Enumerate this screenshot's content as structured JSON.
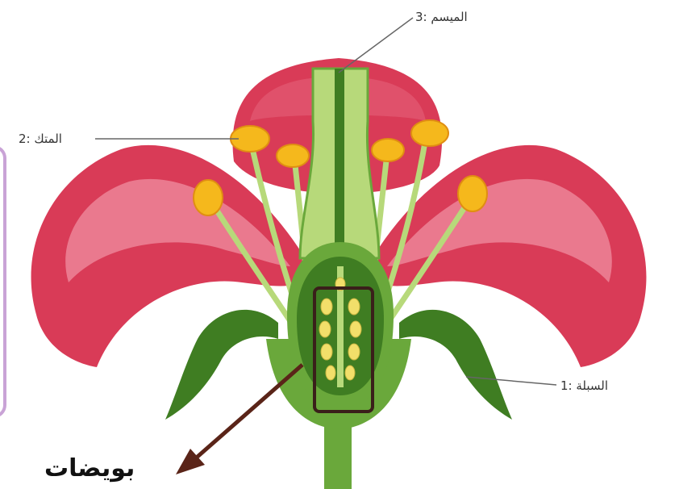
{
  "labels": {
    "style": "3: الميسم",
    "anther": "2: المتك",
    "sepal": "1: السبلة",
    "ovules": "بويضات"
  },
  "colors": {
    "petal_dark": "#d93b57",
    "petal_mid": "#e35b73",
    "petal_light": "#ef8fa0",
    "green_dark": "#3f7d22",
    "green_mid": "#6aa83b",
    "green_light": "#b7d97a",
    "anther": "#f5b81c",
    "anther_dark": "#e08e12",
    "arrow": "#5a2418",
    "box": "#3a1f1a",
    "leader": "#666666",
    "frame": "#c9a3d6"
  }
}
